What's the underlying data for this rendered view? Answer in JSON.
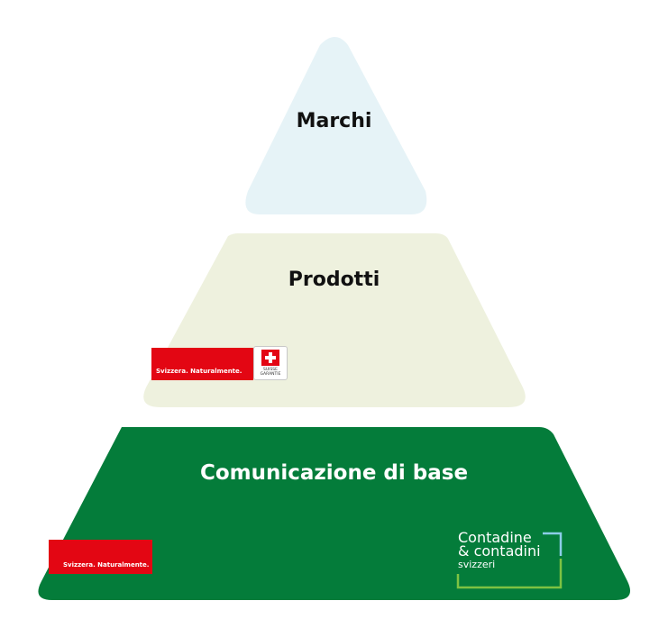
{
  "pyramid": {
    "tiers": [
      {
        "label": "Marchi",
        "fill": "#e6f3f7"
      },
      {
        "label": "Prodotti",
        "fill": "#eef1de"
      },
      {
        "label": "Comunicazione di base",
        "fill": "#047c3a"
      }
    ],
    "middle_band": {
      "text": "Svizzera. Naturalmente.",
      "color": "#e30613",
      "badge": {
        "line1": "SUISSE",
        "line2": "GARANTIE"
      }
    },
    "bottom_band": {
      "text": "Svizzera. Naturalmente.",
      "color": "#e30613"
    },
    "logo": {
      "line1": "Contadine",
      "line2": "& contadini",
      "line3": "svizzeri",
      "accent_blue": "#8ccde8",
      "accent_green": "#7ec242"
    }
  }
}
